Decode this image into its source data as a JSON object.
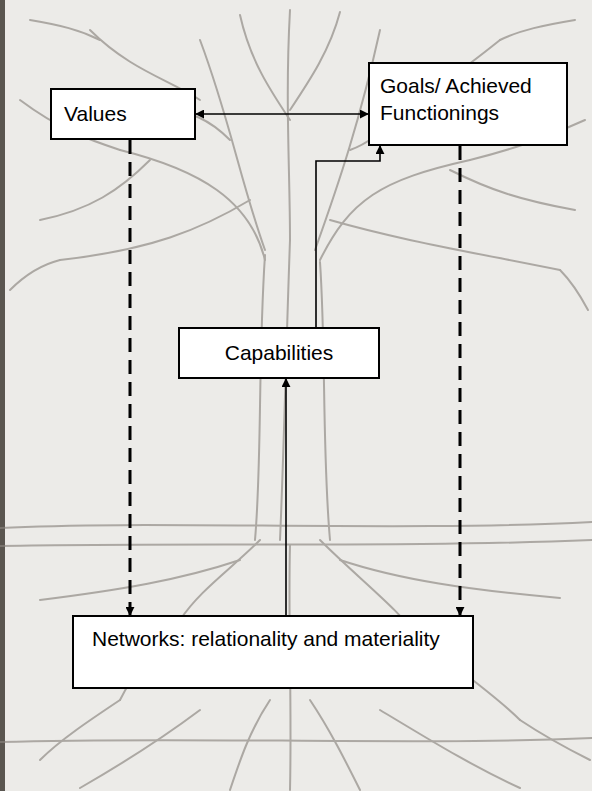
{
  "diagram": {
    "nodes": [
      {
        "text": [
          "Values"
        ]
      },
      {
        "text": [
          "Goals/ Achieved Functionings"
        ]
      },
      {
        "text": [
          "Capabilities"
        ]
      },
      {
        "text": [
          "Networks: relationality and materiality"
        ]
      }
    ],
    "edges": [
      {
        "from": 0,
        "to": 1,
        "arrow": "both"
      },
      {
        "from": 2,
        "to": 1,
        "arrow": "to"
      },
      {
        "from": 3,
        "to": 2,
        "arrow": "to"
      },
      {
        "from": 0,
        "to": 3,
        "arrow": "to"
      },
      {
        "from": 1,
        "to": 3,
        "arrow": "to"
      }
    ]
  }
}
